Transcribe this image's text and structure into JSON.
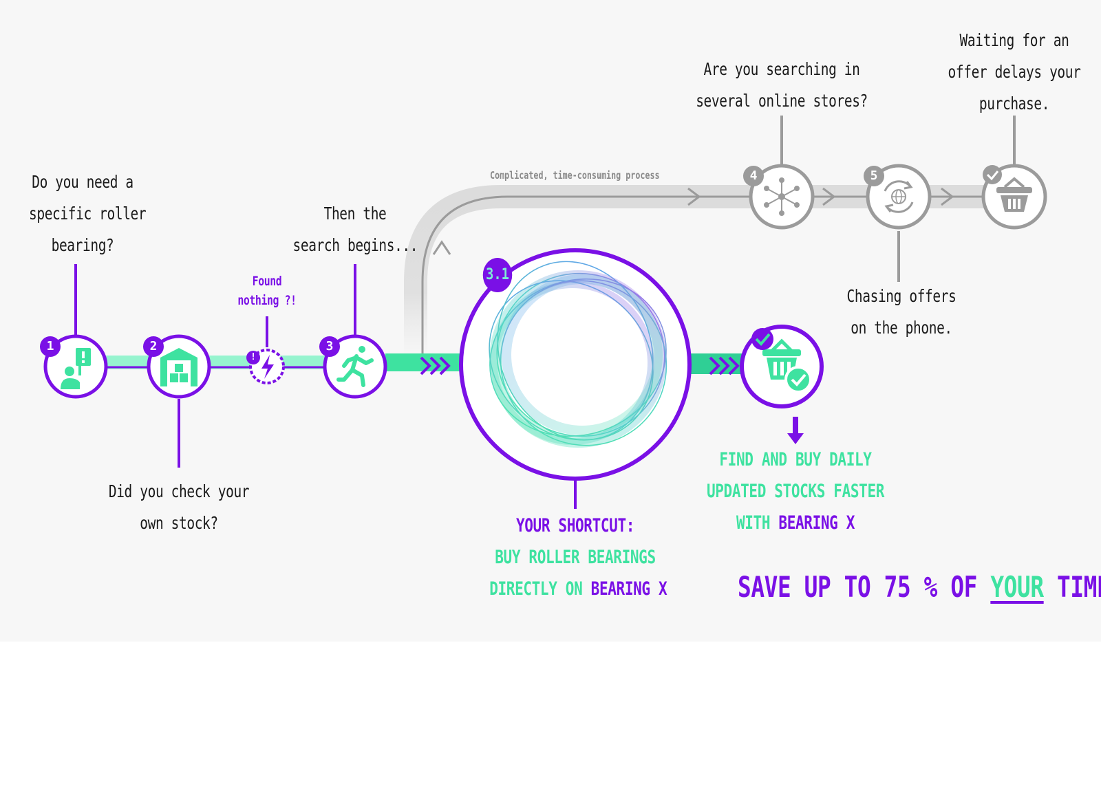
{
  "steps": {
    "step1": {
      "badge": "1",
      "lines": [
        "Do you need a",
        "specific roller",
        "bearing?"
      ]
    },
    "step2": {
      "badge": "2",
      "lines": [
        "Did you check your",
        "own stock?"
      ]
    },
    "found": {
      "badge": "!",
      "lines": [
        "Found",
        "nothing ?!"
      ]
    },
    "step3": {
      "badge": "3",
      "lines": [
        "Then the",
        "search begins..."
      ]
    },
    "step4": {
      "badge": "4",
      "lines": [
        "Are you searching in",
        "several online stores?"
      ]
    },
    "step5": {
      "badge": "5",
      "lines": [
        "Chasing offers",
        "on the phone."
      ]
    },
    "step6": {
      "lines": [
        "Waiting for an",
        "offer delays your",
        "purchase."
      ]
    },
    "shortcut": {
      "badge": "3.1",
      "line1": "YOUR SHORTCUT:",
      "line2": "BUY ROLLER BEARINGS",
      "line3_a": "DIRECTLY ON ",
      "line3_b": "BEARING X"
    },
    "result": {
      "line1": "FIND AND BUY DAILY",
      "line2": "UPDATED STOCKS FASTER",
      "line3_a": "WITH ",
      "line3_b": "BEARING X"
    }
  },
  "process_caption": "Complicated, time-consuming process",
  "savings": {
    "a": "SAVE UP TO 75 % OF ",
    "b": "YOUR",
    "c": " TIME!"
  },
  "colors": {
    "purple": "#7a10e6",
    "green": "#3ee2a0",
    "gray": "#9b9b9b",
    "light_gray": "#dcdcdc"
  },
  "icons": [
    "person-sign-icon",
    "warehouse-icon",
    "lightning-gear-icon",
    "running-person-icon",
    "network-icon",
    "phone-globe-icon",
    "basket-icon",
    "basket-check-icon",
    "rings-logo-icon"
  ]
}
